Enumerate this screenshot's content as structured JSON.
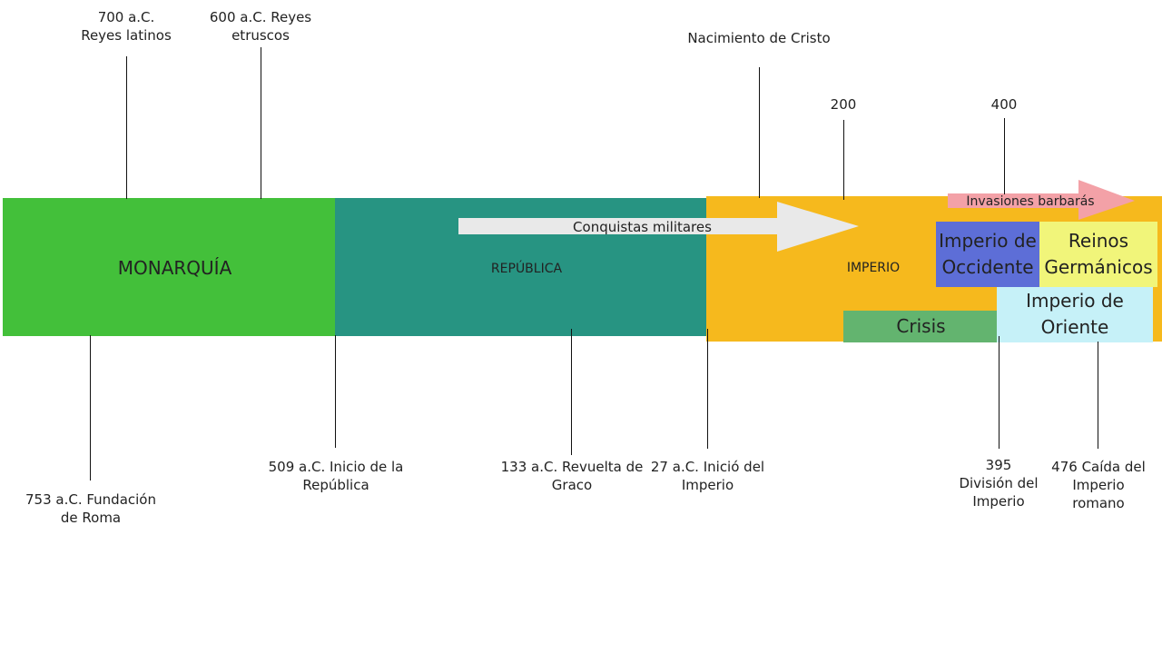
{
  "periods": {
    "monarquia": {
      "label": "MONARQUÍA",
      "color": "#43c03a"
    },
    "republica": {
      "label": "REPÚBLICA",
      "color": "#279482"
    },
    "imperio": {
      "label": "IMPERIO",
      "color": "#f6b91d"
    }
  },
  "arrows": {
    "conquistas": {
      "label": "Conquistas militares",
      "color": "#e9e9e9"
    },
    "invasiones": {
      "label": "Invasiones barbarás",
      "color": "#f3a1a7"
    }
  },
  "boxes": {
    "occidente": {
      "label": "Imperio de\nOccidente",
      "color": "#5d6ed7"
    },
    "germanicos": {
      "label": "Reinos\nGermánicos",
      "color": "#f1f57a"
    },
    "oriente": {
      "label": "Imperio de\nOriente",
      "color": "#c6f1f8"
    },
    "crisis": {
      "label": "Crisis",
      "color": "#63b46f"
    }
  },
  "events_top": {
    "reyes_latinos": "700 a.C.\nReyes latinos",
    "reyes_etruscos": "600 a.C.  Reyes\netruscos",
    "cristo": "Nacimiento de Cristo",
    "y200": "200",
    "y400": "400"
  },
  "events_bottom": {
    "fundacion": "753 a.C. Fundación\nde Roma",
    "republica": "509 a.C. Inicio de la\nRepública",
    "graco": "133 a.C. Revuelta de\nGraco",
    "imperio": "27 a.C. Inició del\nImperio",
    "division": "395\nDivisión del\nImperio",
    "caida": "476 Caída del\nImperio\nromano"
  }
}
